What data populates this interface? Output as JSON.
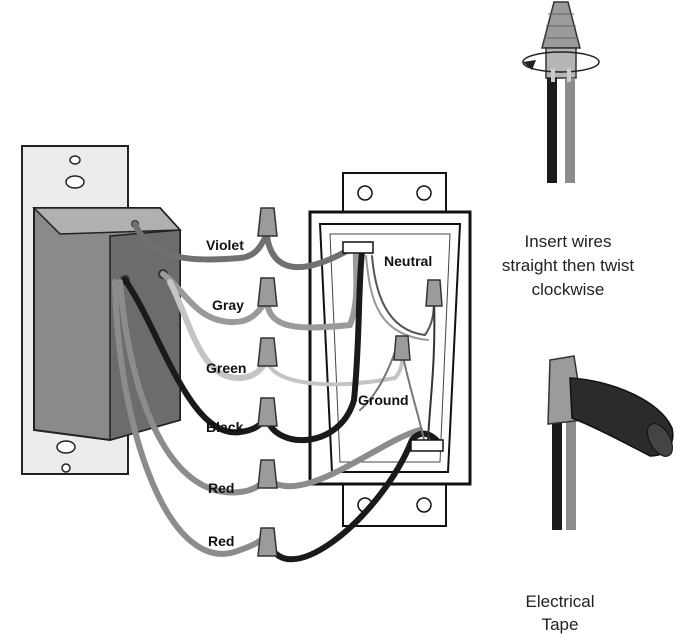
{
  "wire_labels": {
    "violet": "Violet",
    "gray": "Gray",
    "green": "Green",
    "black": "Black",
    "red_1": "Red",
    "red_2": "Red",
    "neutral": "Neutral",
    "ground": "Ground"
  },
  "notes": {
    "insert_line_1": "Insert wires",
    "insert_line_2": "straight then twist",
    "insert_line_3": "clockwise",
    "tape_line_1": "Electrical",
    "tape_line_2": "Tape"
  },
  "colors": {
    "violet_wire": "#707070",
    "gray_wire": "#9a9a9a",
    "green_wire": "#c4c4c4",
    "black_wire": "#1a1a1a",
    "red_wire": "#8c8c8c",
    "wire_nut": "#9b9b9b",
    "switch_body": "#8a8a8a",
    "wall_plate": "#e8e8e8"
  }
}
